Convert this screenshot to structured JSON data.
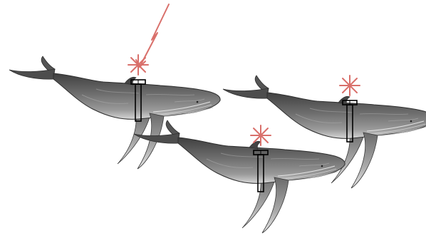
{
  "figure": {
    "colors": {
      "background": "#ffffff",
      "whale_dark": "#4a4a4a",
      "whale_mid": "#7a7a7a",
      "whale_light": "#b8b8b8",
      "whale_outline": "#2e2e2e",
      "tag_outline": "#000000",
      "signal": "#d9706b"
    },
    "whales": [
      {
        "id": "whale-left",
        "tag": "attached-tag",
        "signal": "asterisk",
        "receives_bolt": true
      },
      {
        "id": "whale-right",
        "tag": "attached-tag",
        "signal": "asterisk",
        "receives_bolt": false
      },
      {
        "id": "whale-bottom",
        "tag": "attached-tag",
        "signal": "asterisk",
        "receives_bolt": false
      }
    ],
    "icons": [
      "whale-icon",
      "tag-icon",
      "signal-asterisk-icon",
      "lightning-bolt-icon"
    ]
  }
}
